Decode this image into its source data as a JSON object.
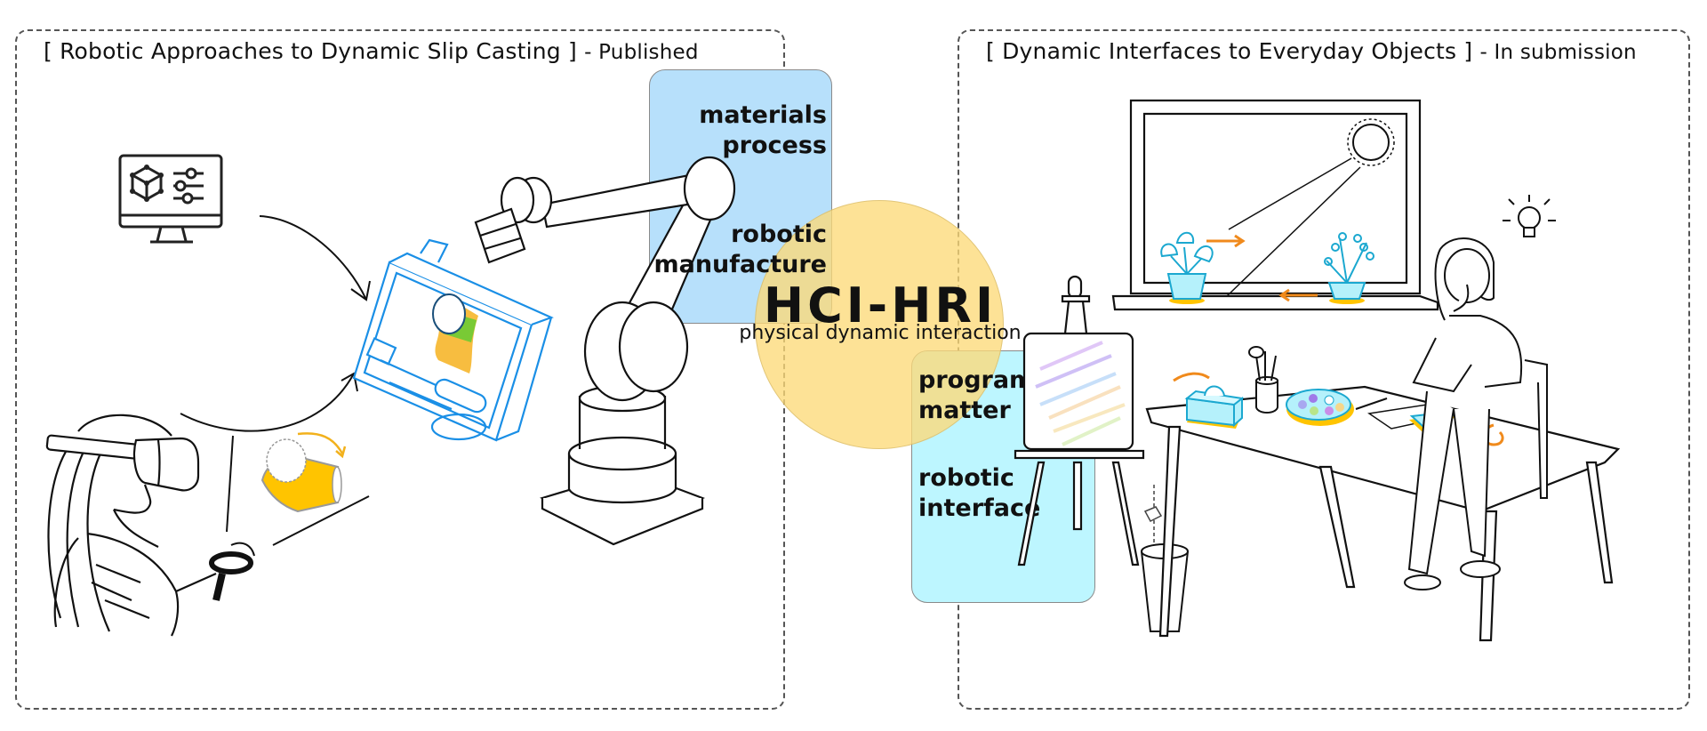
{
  "panels": {
    "left": {
      "title": "[ Robotic Approaches to Dynamic Slip Casting ]",
      "status": "- Published"
    },
    "right": {
      "title": "[ Dynamic Interfaces to Everyday Objects ]",
      "status": "- In submission"
    }
  },
  "center": {
    "title": "HCI-HRI",
    "subtitle": "physical dynamic interaction"
  },
  "boxes": {
    "robotic": {
      "labels": [
        "materials process",
        "robotic manufacture"
      ],
      "line1a": "materials",
      "line1b": "process",
      "line2a": "robotic",
      "line2b": "manufacture",
      "color": "#b7e0fb"
    },
    "interface": {
      "labels": [
        "programmable matter",
        "robotic interface"
      ],
      "line1a": "programmable",
      "line1b": "matter",
      "line2a": "robotic",
      "line2b": "interface",
      "color": "#bdf6ff"
    }
  },
  "colors": {
    "circle": "#fcd978",
    "accent_blue": "#1a8fe6",
    "accent_orange": "#f08a1c",
    "accent_yellow": "#ffc400",
    "accent_cyan": "#b5f1fb"
  },
  "illustrations": {
    "left": [
      "desktop-cad-monitor",
      "vr-user-with-controller",
      "virtual-mold-shape",
      "slip-casting-mold-box",
      "industrial-robot-arm"
    ],
    "right": [
      "window-with-sun",
      "moving-plant-pots",
      "easel-with-canvas",
      "trash-bin",
      "desk-with-objects",
      "thinking-person",
      "lightbulb"
    ]
  }
}
